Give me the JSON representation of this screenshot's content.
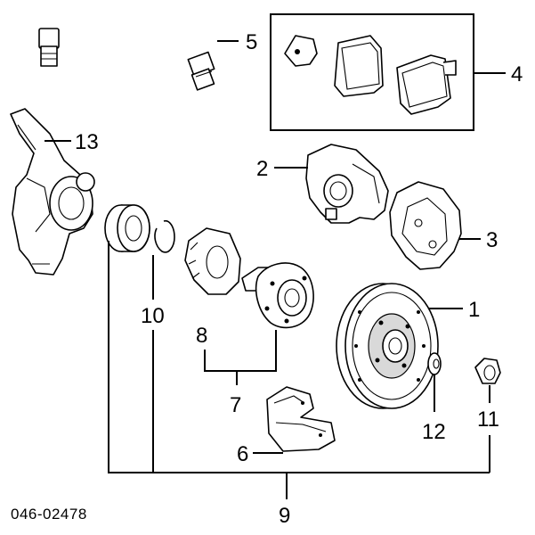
{
  "diagram": {
    "code": "046-02478",
    "labels": {
      "p1": "1",
      "p2": "2",
      "p3": "3",
      "p4": "4",
      "p5": "5",
      "p6": "6",
      "p7": "7",
      "p8": "8",
      "p9": "9",
      "p10": "10",
      "p11": "11",
      "p12": "12",
      "p13": "13"
    }
  }
}
